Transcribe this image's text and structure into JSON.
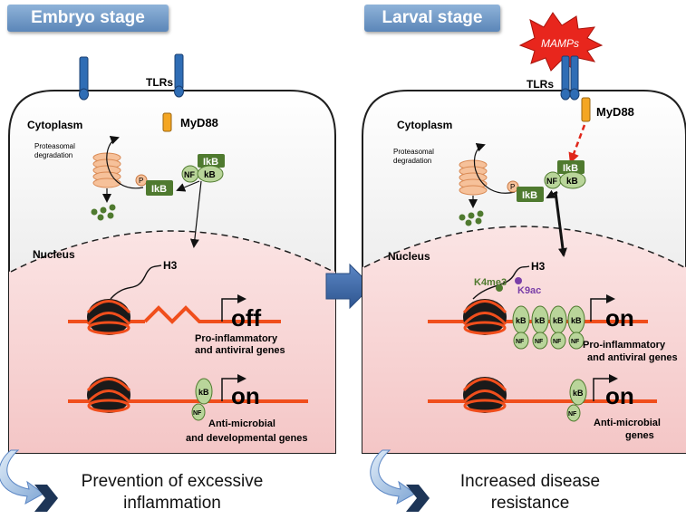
{
  "left_panel": {
    "title": "Embryo stage",
    "receptor_label": "TLRs",
    "adaptor_label": "MyD88",
    "cytoplasm_label": "Cytoplasm",
    "degradation_label_line1": "Proteasomal",
    "degradation_label_line2": "degradation",
    "ikb_label": "IkB",
    "p_label": "P",
    "nf_label": "NF",
    "kb_label": "kB",
    "nucleus_label": "Nucleus",
    "histone_label": "H3",
    "gene1_state": "off",
    "gene1_line1": "Pro-inflammatory",
    "gene1_line2": "and antiviral genes",
    "gene2_state": "on",
    "gene2_line1": "Anti-microbial",
    "gene2_line2": "and developmental genes",
    "outcome_line1": "Prevention of excessive",
    "outcome_line2": "inflammation"
  },
  "right_panel": {
    "title": "Larval stage",
    "signal_label": "MAMPs",
    "receptor_label": "TLRs",
    "adaptor_label": "MyD88",
    "cytoplasm_label": "Cytoplasm",
    "degradation_label_line1": "Proteasomal",
    "degradation_label_line2": "degradation",
    "ikb_label": "IkB",
    "p_label": "P",
    "nf_label": "NF",
    "kb_label": "kB",
    "nucleus_label": "Nucleus",
    "histone_label": "H3",
    "mark1_label": "K4me3",
    "mark2_label": "K9ac",
    "gene1_state": "on",
    "gene1_line1": "Pro-inflammatory",
    "gene1_line2": "and antiviral genes",
    "gene2_state": "on",
    "gene2_line1": "Anti-microbial",
    "gene2_line2": "genes",
    "outcome_line1": "Increased disease",
    "outcome_line2": "resistance"
  },
  "colors": {
    "membrane": "#1f1f1f",
    "cytoplasm_fill": "#e6e6e6",
    "nucleus_fill": "#f7d3d3",
    "dna": "#f04e1c",
    "nucleosome": "#f04e1c",
    "ikb": "#4f7a2f",
    "nfkb": "#b9d59a",
    "receptor": "#2f6db5",
    "myd88": "#f4a623",
    "proteasome": "#f6c19a",
    "mamps": "#e8261d",
    "transition_arrow": "#3e6aa6",
    "k4me3": "#4f7a2f",
    "k9ac": "#7a3fa8"
  },
  "icons": [
    "receptor-icon",
    "myd88-icon",
    "proteasome-icon",
    "nucleosome-icon",
    "transcription-arrow-icon",
    "curved-arrow-icon",
    "chevron-icon",
    "starburst-icon"
  ]
}
